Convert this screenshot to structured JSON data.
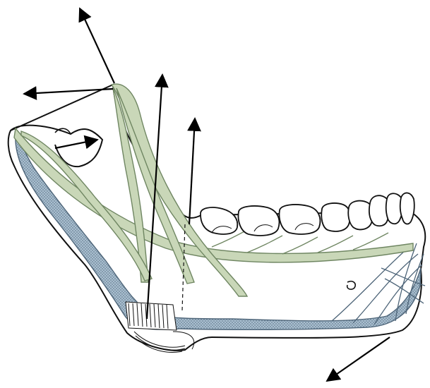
{
  "figure": {
    "subject": "mandible-trajectory-diagram",
    "colors": {
      "background": "#ffffff",
      "outline": "#111111",
      "tension_band": "#c9d7b8",
      "tension_band_stroke": "#6f8662",
      "cortical_band": "#a9bfd0",
      "cortical_band_stroke": "#4d6478",
      "arrow": "#000000"
    },
    "arrows": [
      {
        "name": "coronoid-upward-arrow",
        "direction": "up-left"
      },
      {
        "name": "coronoid-left-arrow",
        "direction": "left"
      },
      {
        "name": "condyle-forward-arrow",
        "direction": "right"
      },
      {
        "name": "ramus-vertical-arrow",
        "direction": "up"
      },
      {
        "name": "premolar-vertical-arrow",
        "direction": "up"
      },
      {
        "name": "chin-downward-arrow",
        "direction": "down-left"
      }
    ],
    "teeth_count": 8
  }
}
